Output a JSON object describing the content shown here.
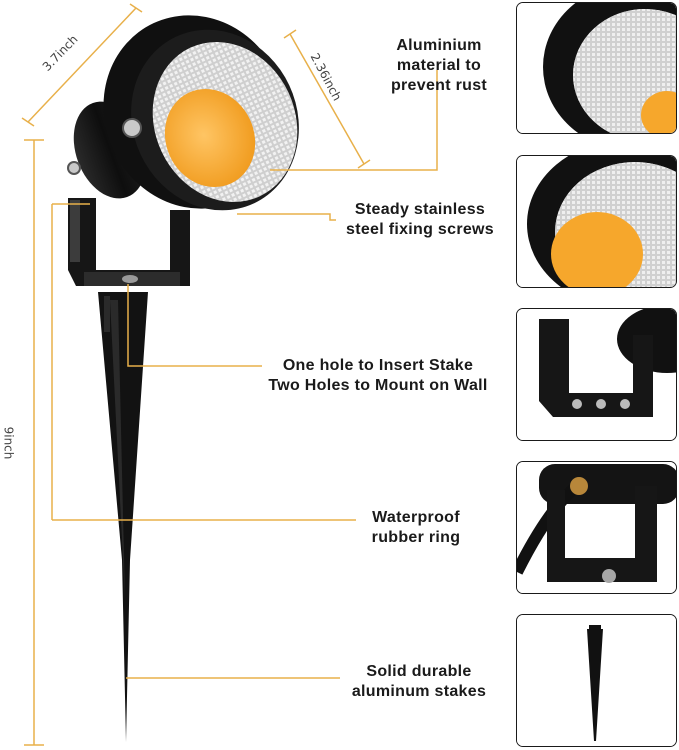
{
  "dimensions": {
    "width_label": "3.7inch",
    "depth_label": "2.36inch",
    "height_label": "9inch"
  },
  "callouts": [
    {
      "id": "material",
      "lines": [
        "Aluminium",
        "material to",
        "prevent rust"
      ]
    },
    {
      "id": "screws",
      "lines": [
        "Steady stainless",
        "steel fixing screws"
      ]
    },
    {
      "id": "holes",
      "lines": [
        "One hole to Insert Stake",
        "Two Holes to Mount on Wall"
      ]
    },
    {
      "id": "ring",
      "lines": [
        "Waterproof",
        "rubber ring"
      ]
    },
    {
      "id": "stake",
      "lines": [
        "Solid durable",
        "aluminum stakes"
      ]
    }
  ],
  "colors": {
    "leader_line": "#e8b04a",
    "body": "#141414",
    "led": "#f6a72c",
    "reflector": "#d8d8d8",
    "dimension_line": "#e8b04a"
  }
}
